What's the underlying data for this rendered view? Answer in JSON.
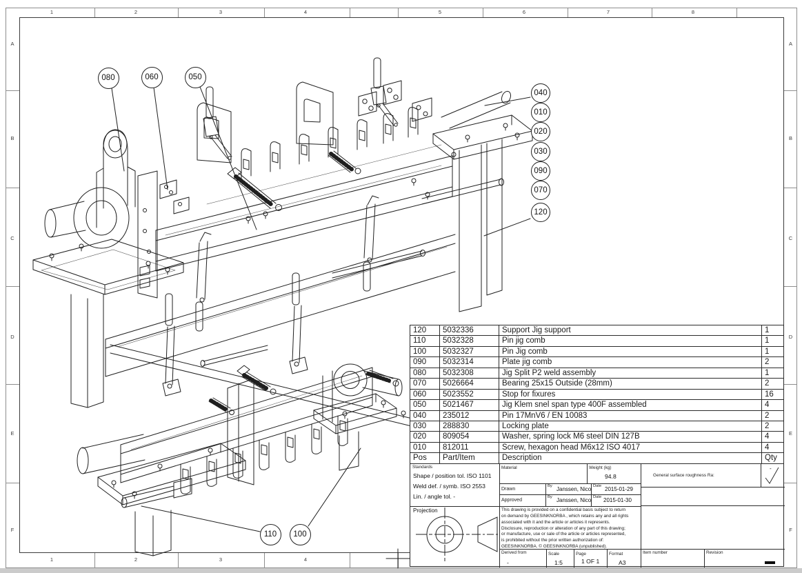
{
  "sheet": {
    "columns": [
      "1",
      "2",
      "3",
      "4",
      "5",
      "6",
      "7",
      "8"
    ],
    "rows": [
      "A",
      "B",
      "C",
      "D",
      "E",
      "F"
    ]
  },
  "balloons": {
    "top": [
      "080",
      "060",
      "050"
    ],
    "right": [
      "040",
      "010",
      "020",
      "030",
      "090",
      "070",
      "120"
    ],
    "bottom": [
      "110",
      "100"
    ]
  },
  "parts_table": {
    "header": {
      "pos": "Pos",
      "part": "Part/Item",
      "description": "Description",
      "qty": "Qty"
    },
    "rows": [
      {
        "pos": "120",
        "part": "5032336",
        "description": "Support Jig support",
        "qty": "1"
      },
      {
        "pos": "110",
        "part": "5032328",
        "description": "Pin jig comb",
        "qty": "1"
      },
      {
        "pos": "100",
        "part": "5032327",
        "description": "Pin Jig comb",
        "qty": "1"
      },
      {
        "pos": "090",
        "part": "5032314",
        "description": "Plate jig comb",
        "qty": "2"
      },
      {
        "pos": "080",
        "part": "5032308",
        "description": "Jig Split P2 weld assembly",
        "qty": "1"
      },
      {
        "pos": "070",
        "part": "5026664",
        "description": "Bearing 25x15 Outside (28mm)",
        "qty": "2"
      },
      {
        "pos": "060",
        "part": "5023552",
        "description": "Stop for fixures",
        "qty": "16"
      },
      {
        "pos": "050",
        "part": "5021467",
        "description": "Jig Klem snel span type 400F assembled",
        "qty": "4"
      },
      {
        "pos": "040",
        "part": "235012",
        "description": "Pin 17MnV6 / EN 10083",
        "qty": "2"
      },
      {
        "pos": "030",
        "part": "288830",
        "description": "Locking plate",
        "qty": "2"
      },
      {
        "pos": "020",
        "part": "809054",
        "description": "Washer, spring lock M6 steel DIN 127B",
        "qty": "4"
      },
      {
        "pos": "010",
        "part": "812011",
        "description": "Screw, hexagon head M6x12 ISO 4017",
        "qty": "4"
      }
    ]
  },
  "title_block": {
    "standards_label": "Standards",
    "standards_lines": [
      "Shape / position tol. ISO 1101",
      "Weld def. / symb. ISO 2553",
      "Lin. / angle tol.  -"
    ],
    "projection_label": "Projection",
    "material_label": "Material",
    "weight_label": "Weight (kg)",
    "weight_value": "94.8",
    "roughness_label": "General surface roughness Ra:",
    "roughness_mark": "-",
    "drawn_label": "Drawn",
    "approved_label": "Approved",
    "by_label": "By",
    "date_label": "Date",
    "drawn_by": "Janssen, Nico",
    "drawn_date": "2015-01-29",
    "approved_by": "Janssen, Nico",
    "approved_date": "2015-01-30",
    "legal_lines": [
      "This drawing is provided on a confidential basis subject to return",
      "on demand by GEESINKNORBA , which retains any and all rights",
      "associated with it and the article or articles it represents.",
      "Disclosure, reproduction or alteration of any part of this drawing;",
      "or manufacture, use or sale of the article or articles represented,",
      "is prohibited without the prior written authorization of:",
      "GEESINKNORBA. © GEESINKNORBA (unpublished)."
    ],
    "derived_label": "Derived from",
    "derived_value": "-",
    "scale_label": "Scale",
    "scale_value": "1:5",
    "page_label": "Page",
    "page_value": "1 OF 1",
    "format_label": "Format",
    "format_value": "A3",
    "item_number_label": "Item number",
    "revision_label": "Revision"
  }
}
